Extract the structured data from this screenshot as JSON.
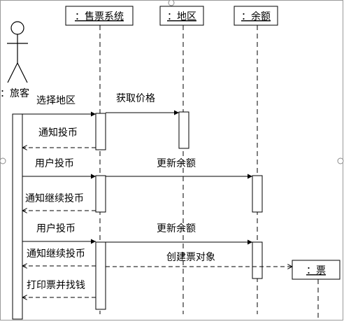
{
  "actor": {
    "label": "：旅客"
  },
  "lifelines": [
    {
      "key": "system",
      "label": "：售票系统"
    },
    {
      "key": "region",
      "label": "：地区"
    },
    {
      "key": "balance",
      "label": "：余额"
    },
    {
      "key": "ticket",
      "label": "：票"
    }
  ],
  "messages": [
    {
      "text": "选择地区",
      "kind": "sync"
    },
    {
      "text": "获取价格",
      "kind": "sync"
    },
    {
      "text": "通知投币",
      "kind": "return"
    },
    {
      "text": "用户投币",
      "kind": "sync"
    },
    {
      "text": "更新余额",
      "kind": "sync"
    },
    {
      "text": "通知继续投币",
      "kind": "return"
    },
    {
      "text": "用户投币",
      "kind": "sync"
    },
    {
      "text": "更新余额",
      "kind": "sync"
    },
    {
      "text": "通知继续投币",
      "kind": "return"
    },
    {
      "text": "创建票对象",
      "kind": "create"
    },
    {
      "text": "打印票并找钱",
      "kind": "return"
    }
  ]
}
